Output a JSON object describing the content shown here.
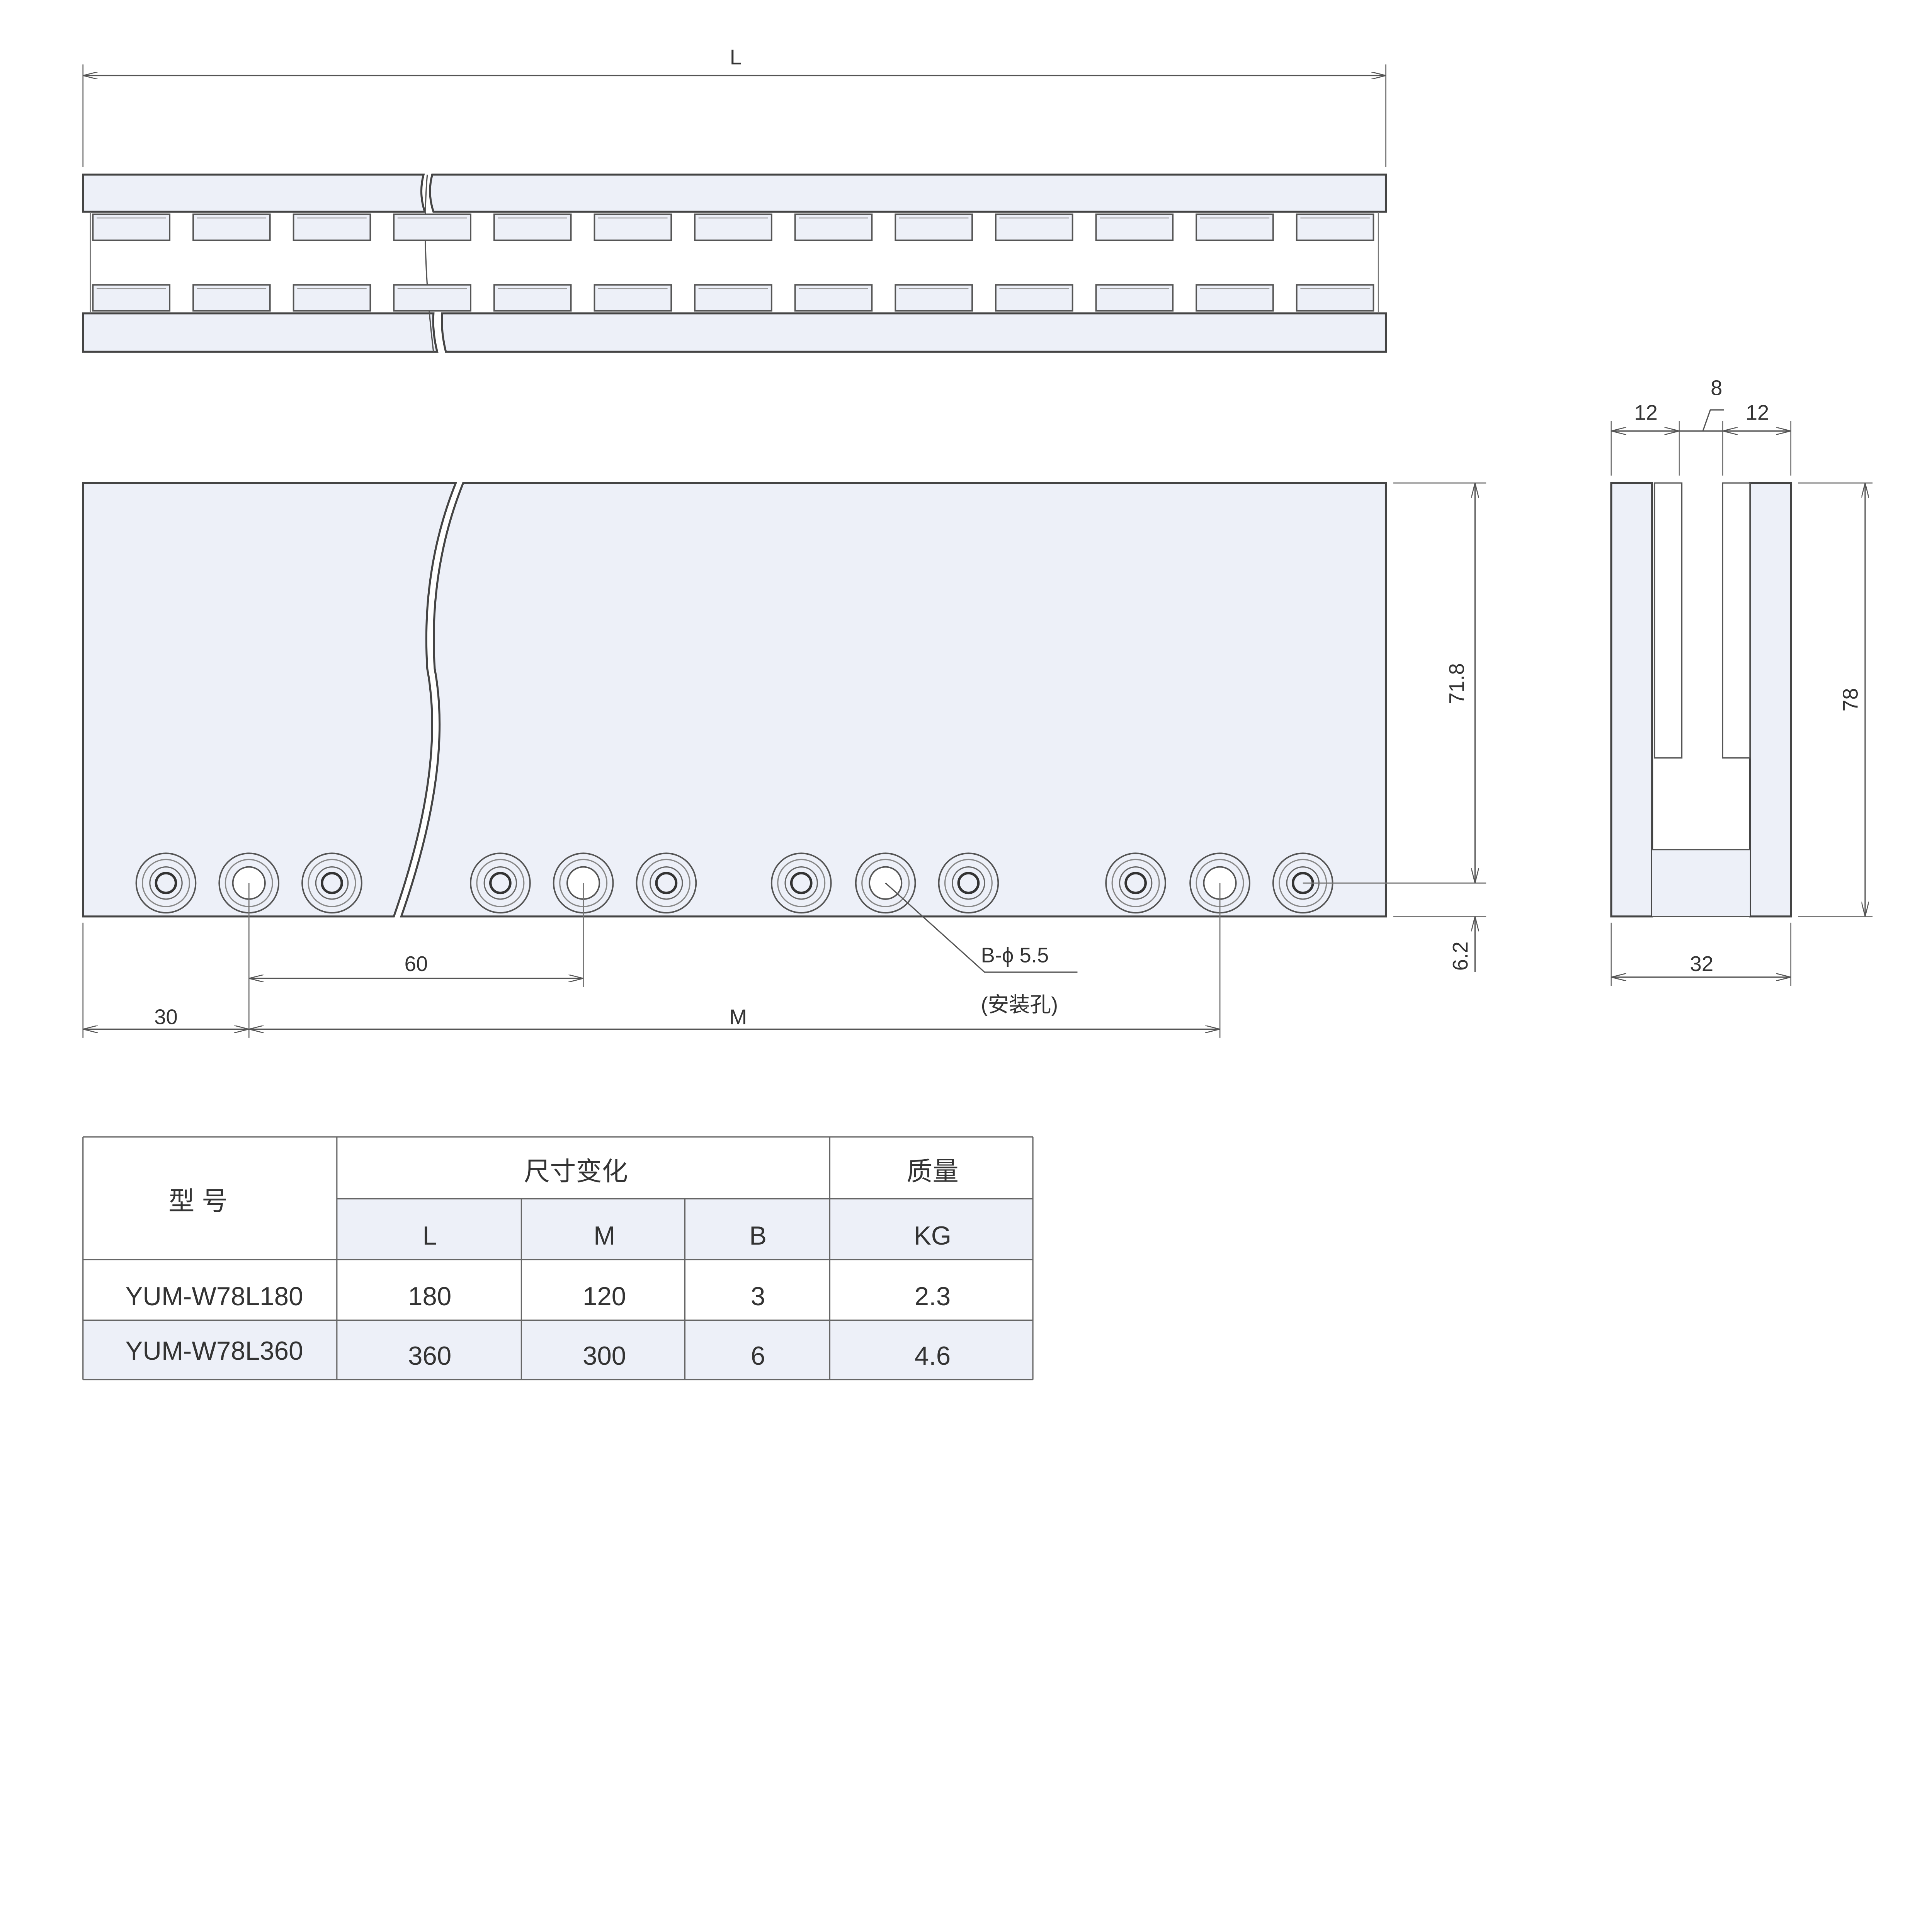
{
  "drawing": {
    "top_view": {
      "dim_L": "L"
    },
    "front_view": {
      "dim_height": "71.8",
      "dim_bottom": "6.2",
      "dim_pitch": "60",
      "dim_offset": "30",
      "dim_M": "M",
      "hole_callout": "B-ϕ 5.5",
      "hole_note": "(安装孔)"
    },
    "side_view": {
      "dim_left": "12",
      "dim_gap": "8",
      "dim_right": "12",
      "dim_height": "78",
      "dim_width": "32"
    }
  },
  "table": {
    "header_model": "型 号",
    "header_dims": "尺寸变化",
    "header_mass": "质量",
    "sub_headers": [
      "L",
      "M",
      "B",
      "KG"
    ],
    "rows": [
      {
        "model": "YUM-W78L180",
        "L": "180",
        "M": "120",
        "B": "3",
        "KG": "2.3"
      },
      {
        "model": "YUM-W78L360",
        "L": "360",
        "M": "300",
        "B": "6",
        "KG": "4.6"
      }
    ]
  },
  "colors": {
    "fill": "#edf0f8",
    "line": "#444444"
  }
}
